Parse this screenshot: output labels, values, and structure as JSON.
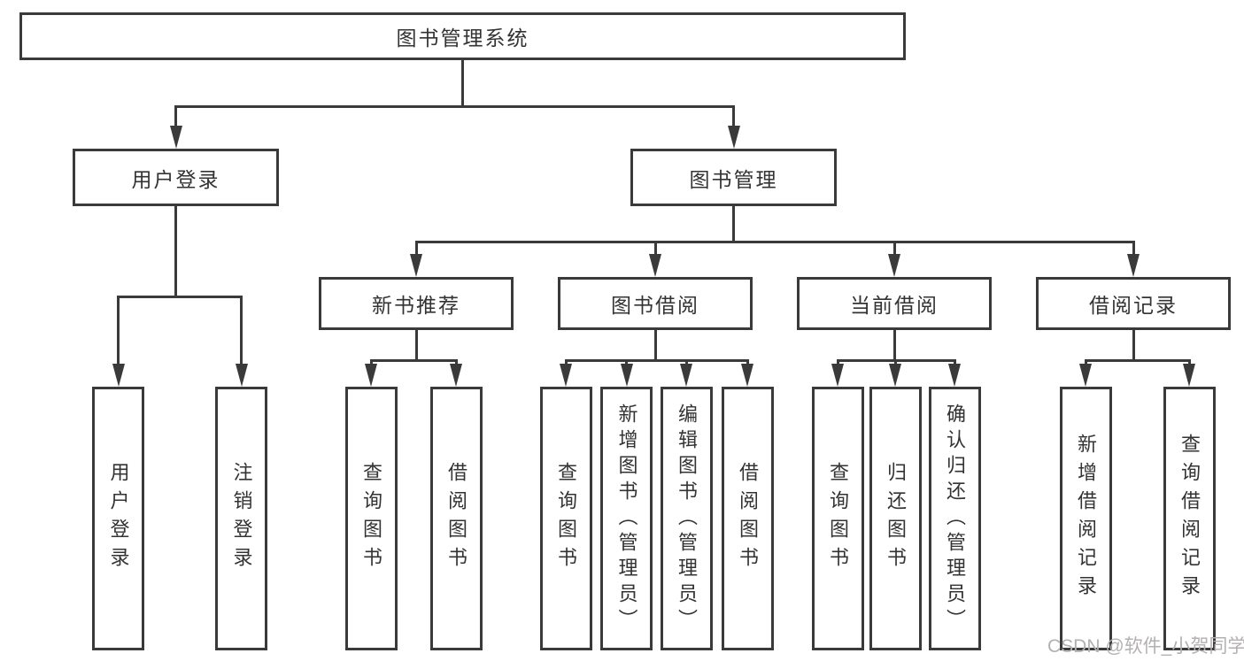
{
  "diagram": {
    "root_label": "图书管理系统",
    "branches": {
      "user_login": {
        "label": "用户登录",
        "children": [
          "用户登录",
          "注销登录"
        ]
      },
      "book_mgmt": {
        "label": "图书管理",
        "sections": {
          "new_book": {
            "label": "新书推荐",
            "children": [
              "查询图书",
              "借阅图书"
            ]
          },
          "book_borrow": {
            "label": "图书借阅",
            "children": [
              "查询图书",
              "新增图书（管理员）",
              "编辑图书（管理员）",
              "借阅图书"
            ]
          },
          "current_borrow": {
            "label": "当前借阅",
            "children": [
              "查询图书",
              "归还图书",
              "确认归还（管理员）"
            ]
          },
          "borrow_records": {
            "label": "借阅记录",
            "children": [
              "新增借阅记录",
              "查询借阅记录"
            ]
          }
        }
      }
    }
  },
  "watermark": "CSDN @软件_小贺同学",
  "colors": {
    "line": "#3a3a3a",
    "text": "#333333",
    "watermark": "#b3b0b0",
    "background": "#ffffff"
  }
}
